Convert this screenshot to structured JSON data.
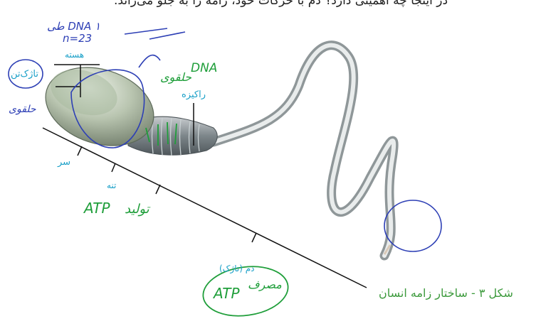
{
  "top_line": "در اینجا چه اهمیتی دارد؟ دم با حرکات خود، زامه را به جلو می‌راند.",
  "labels": {
    "nucleus": "هسته",
    "acrosome": "تاژک‌تن",
    "mitochondria": "راکیزه",
    "head": "سر",
    "body": "تنه",
    "tail": "دم (تاژک)"
  },
  "caption": "شکل ۳ - ساختار زامه انسان",
  "handwriting": {
    "h1": "DNA ۱ طی",
    "h2": "n=23",
    "h3": "DNA",
    "h4": "حلقوی",
    "h5": "حلقوی",
    "h6": "ATP",
    "h7": "ATP",
    "h8": "تولید",
    "h9": "مصرف"
  },
  "colors": {
    "cyan": "#1aa0c8",
    "ink_blue": "#2d3fb5",
    "ink_green": "#1f9e3a",
    "caption_green": "#3c9a3c"
  }
}
